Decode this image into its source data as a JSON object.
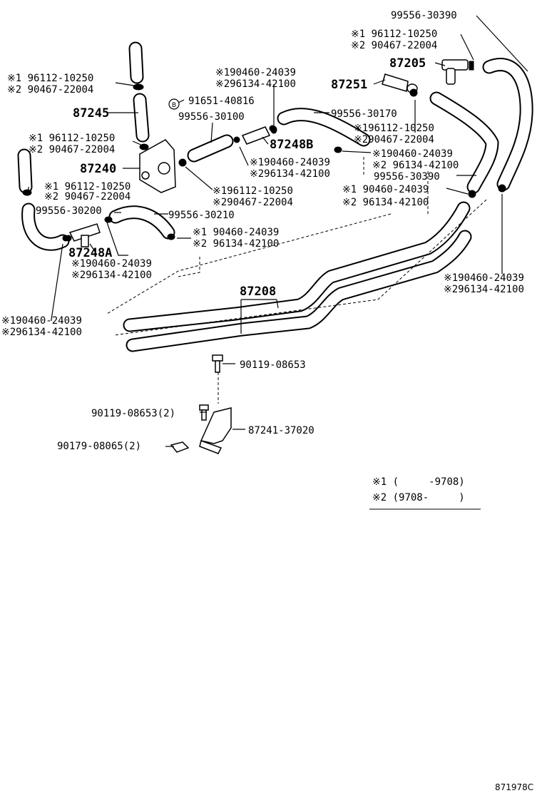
{
  "labels": {
    "l1": "99556-30390",
    "l2a": "※1 96112-10250",
    "l2b": "※2 90467-22004",
    "l3": "87205",
    "l4a": "※1 96112-10250",
    "l4b": "※2 90467-22004",
    "l5a": "※190460-24039",
    "l5b": "※296134-42100",
    "l6": "87251",
    "l7": "87245",
    "l8": "91651-40816",
    "l9": "99556-30100",
    "l10": "99556-30170",
    "l11a": "※196112-10250",
    "l11b": "※290467-22004",
    "l12a": "※1 96112-10250",
    "l12b": "※2 90467-22004",
    "l13": "87248B",
    "l14": "87240",
    "l15a": "※190460-24039",
    "l15b": "※2 96134-42100",
    "l16a": "※190460-24039",
    "l16b": "※296134-42100",
    "l17": "99556-30390",
    "l18a": "※1 96112-10250",
    "l18b": "※2 90467-22004",
    "l19a": "※196112-10250",
    "l19b": "※290467-22004",
    "l20a": "※1 90460-24039",
    "l20b": "※2 96134-42100",
    "l21": "99556-30200",
    "l22": "99556-30210",
    "l23a": "※1 90460-24039",
    "l23b": "※2 96134-42100",
    "l24": "87248A",
    "l25a": "※190460-24039",
    "l25b": "※296134-42100",
    "l26a": "※190460-24039",
    "l26b": "※296134-42100",
    "l27": "87208",
    "l28a": "※190460-24039",
    "l28b": "※296134-42100",
    "l29": "90119-08653",
    "l30": "90119-08653(2)",
    "l31": "87241-37020",
    "l32": "90179-08065(2)",
    "circle_b": "B"
  },
  "legend": {
    "row1": "※1 (     -9708)",
    "row2": "※2 (9708-     )"
  },
  "figure_code": "871978C"
}
